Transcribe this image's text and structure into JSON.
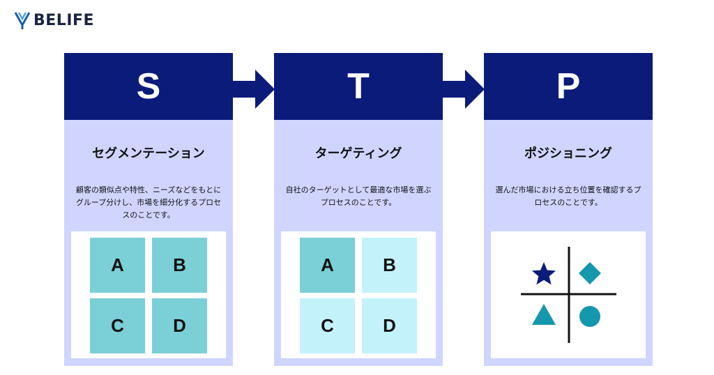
{
  "logo": {
    "text": "BELIFE"
  },
  "colors": {
    "header_bg": "#0b1b7a",
    "column_bg": "#cfd5ff",
    "cell_selected": "#7bcfd6",
    "cell_unselected": "#c3f2fb",
    "shape_teal": "#1597ad",
    "star_navy": "#0b1b7a"
  },
  "steps": [
    {
      "letter": "S",
      "title": "セグメンテーション",
      "description": "顧客の類似点や特性、ニーズなどをもとにグループ分けし、市場を細分化するプロセスのことです。",
      "cells": [
        {
          "label": "A",
          "state": "selected"
        },
        {
          "label": "B",
          "state": "selected"
        },
        {
          "label": "C",
          "state": "selected"
        },
        {
          "label": "D",
          "state": "selected"
        }
      ]
    },
    {
      "letter": "T",
      "title": "ターゲティング",
      "description": "自社のターゲットとして最適な市場を選ぶプロセスのことです。",
      "cells": [
        {
          "label": "A",
          "state": "selected"
        },
        {
          "label": "B",
          "state": "unselected"
        },
        {
          "label": "C",
          "state": "unselected"
        },
        {
          "label": "D",
          "state": "unselected"
        }
      ]
    },
    {
      "letter": "P",
      "title": "ポジショニング",
      "description": "選んだ市場における立ち位置を確認するプロセスのことです。",
      "map_shapes": [
        "star-icon",
        "diamond-icon",
        "triangle-icon",
        "circle-icon"
      ]
    }
  ]
}
